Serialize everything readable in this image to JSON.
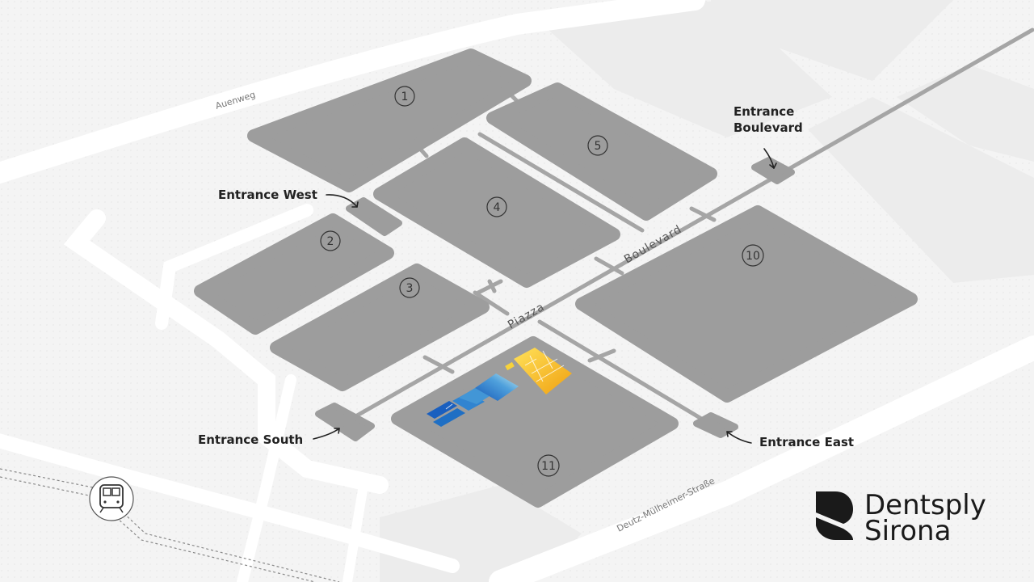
{
  "map": {
    "halls": [
      {
        "id": "hall-1",
        "label": "1"
      },
      {
        "id": "hall-2",
        "label": "2"
      },
      {
        "id": "hall-3",
        "label": "3"
      },
      {
        "id": "hall-4",
        "label": "4"
      },
      {
        "id": "hall-5",
        "label": "5"
      },
      {
        "id": "hall-10",
        "label": "10"
      },
      {
        "id": "hall-11",
        "label": "11"
      }
    ],
    "entrances": {
      "west": "Entrance West",
      "south": "Entrance South",
      "east": "Entrance East",
      "boulevard_line1": "Entrance",
      "boulevard_line2": "Boulevard"
    },
    "paths": {
      "piazza": "Piazza",
      "boulevard": "Boulevard"
    },
    "roads": {
      "auenweg": "Auenweg",
      "deutz": "Deutz-Mülheimer-Straße"
    },
    "icons": {
      "train": "train-icon",
      "arrow": "arrow-pointer-icon"
    },
    "colors": {
      "hall": "#9d9d9d",
      "background": "#f4f4f4",
      "path": "#a5a5a5",
      "highlight_blue": "#1f6fc4",
      "highlight_yellow": "#f5c51e"
    }
  },
  "brand": {
    "line1": "Dentsply",
    "line2": "Sirona"
  }
}
